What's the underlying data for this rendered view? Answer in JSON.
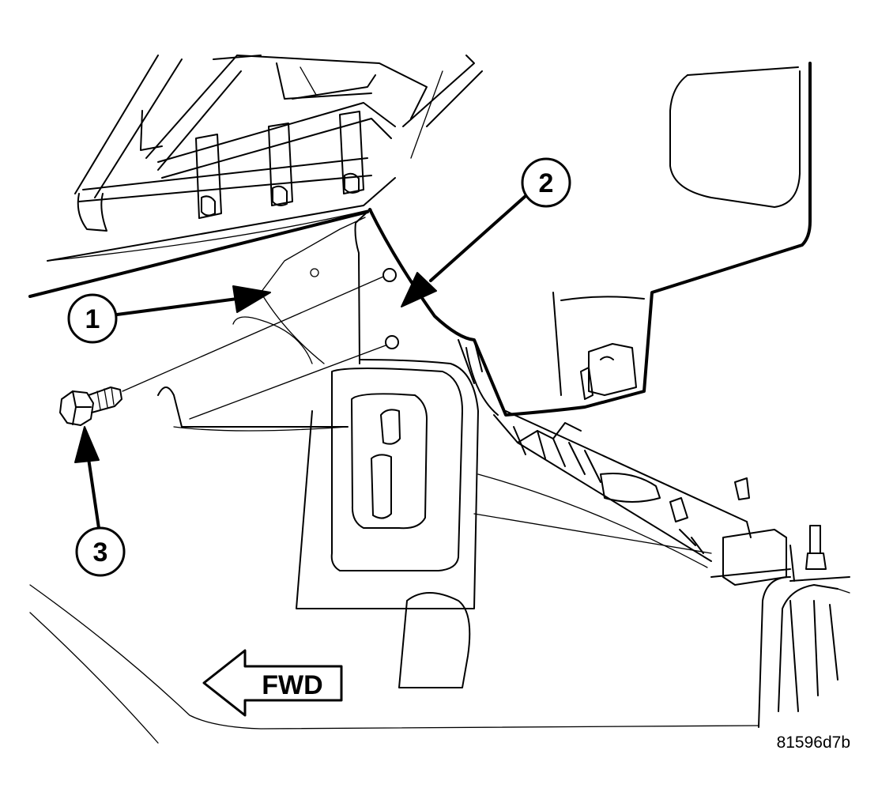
{
  "callouts": {
    "one": "1",
    "two": "2",
    "three": "3"
  },
  "direction_label": "FWD",
  "figure_reference": "81596d7b"
}
